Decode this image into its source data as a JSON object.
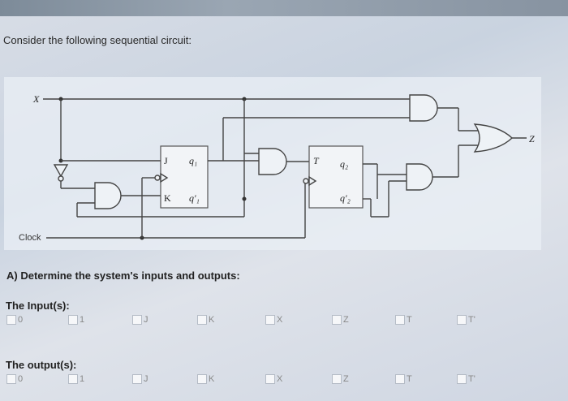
{
  "question": {
    "title": "Consider the following sequential circuit:",
    "part_a": "A) Determine the system's inputs and outputs:"
  },
  "circuit": {
    "labels": {
      "x": "X",
      "clock": "Clock",
      "j": "J",
      "k": "K",
      "q1": "q₁",
      "q1_not": "q′₁",
      "t": "T",
      "q2": "q₂",
      "q2_not": "q′₂",
      "z": "Z"
    }
  },
  "inputs": {
    "label": "The Input(s):",
    "options": [
      {
        "label": "0",
        "checked": false
      },
      {
        "label": "1",
        "checked": false
      },
      {
        "label": "J",
        "checked": false
      },
      {
        "label": "K",
        "checked": false
      },
      {
        "label": "X",
        "checked": false
      },
      {
        "label": "Z",
        "checked": false
      },
      {
        "label": "T",
        "checked": false
      },
      {
        "label": "T'",
        "checked": false
      }
    ]
  },
  "outputs": {
    "label": "The output(s):",
    "options": [
      {
        "label": "0",
        "checked": false
      },
      {
        "label": "1",
        "checked": false
      },
      {
        "label": "J",
        "checked": false
      },
      {
        "label": "K",
        "checked": false
      },
      {
        "label": "X",
        "checked": false
      },
      {
        "label": "Z",
        "checked": false
      },
      {
        "label": "T",
        "checked": false
      },
      {
        "label": "T'",
        "checked": false
      }
    ]
  }
}
